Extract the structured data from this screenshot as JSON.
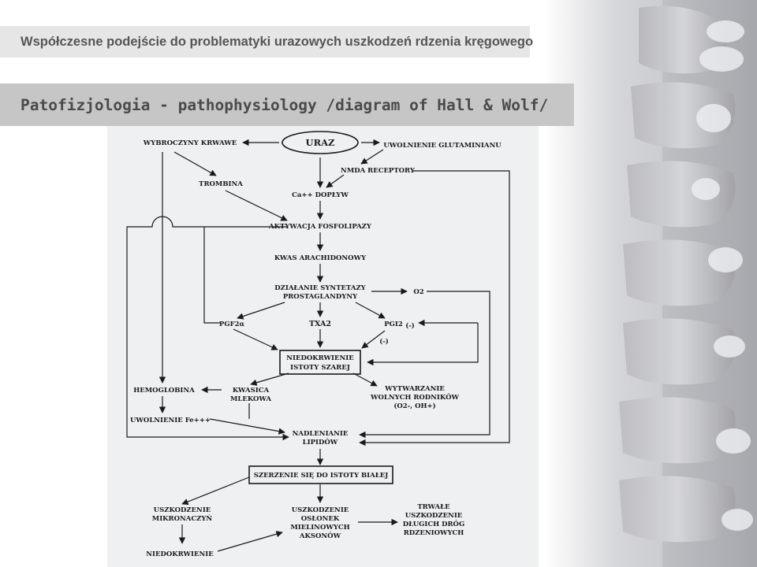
{
  "header": {
    "title": "Współczesne podejście do problematyki urazowych uszkodzeń rdzenia kręgowego"
  },
  "subtitle": {
    "text": "Patofizjologia - pathophysiology /diagram of Hall & Wolf/"
  },
  "diagram": {
    "nodes": {
      "uraz": "URAZ",
      "wybroczyny": "WYBROCZYNY KRWAWE",
      "uwolnienie_glut": "UWOLNIENIE GLUTAMINIANU",
      "nmda": "NMDA RECEPTORY",
      "trombina": "TROMBINA",
      "ca_doplyw": "Ca++ DOPŁYW",
      "aktywacja": "AKTYWACJA FOSFOLIPAZY",
      "kwas_arach": "KWAS ARACHIDONOWY",
      "dzialanie_1": "DZIAŁANIE SYNTETAZY",
      "dzialanie_2": "PROSTAGLANDYNY",
      "o2": "O2",
      "pgf": "PGF2α",
      "txa": "TXA2",
      "pgi": "PGI2",
      "minus_1": "(-)",
      "minus_2": "(-)",
      "niedokrwienie_1": "NIEDOKRWIENIE",
      "niedokrwienie_2": "ISTOTY SZAREJ",
      "hemoglobina": "HEMOGLOBINA",
      "kwasica_1": "KWASICA",
      "kwasica_2": "MLEKOWA",
      "wytwarzanie_1": "WYTWARZANIE",
      "wytwarzanie_2": "WOLNYCH RODNIKÓW",
      "wytwarzanie_3": "(O2-, OH+)",
      "uwolnienie_fe": "UWOLNIENIE Fe+++",
      "nadlenianie_1": "NADLENIANIE",
      "nadlenianie_2": "LIPIDÓW",
      "szerzenie": "SZERZENIE SIĘ DO ISTOTY BIAŁEJ",
      "uszk_mikro_1": "USZKODZENIE",
      "uszk_mikro_2": "MIKRONACZYŃ",
      "uszk_oslon_1": "USZKODZENIE",
      "uszk_oslon_2": "OSŁONEK",
      "uszk_oslon_3": "MIELINOWYCH",
      "uszk_oslon_4": "AKSONÓW",
      "trwale_1": "TRWAŁE",
      "trwale_2": "USZKODZENIE",
      "trwale_3": "DŁUGICH DRÓG",
      "trwale_4": "RDZENIOWYCH",
      "niedokrwienie_final": "NIEDOKRWIENIE"
    }
  },
  "colors": {
    "header_bg": "#e6e6e6",
    "subtitle_bg": "#c6c6c6",
    "diagram_bg": "#eef0f1",
    "ink": "#1a1a1a"
  }
}
